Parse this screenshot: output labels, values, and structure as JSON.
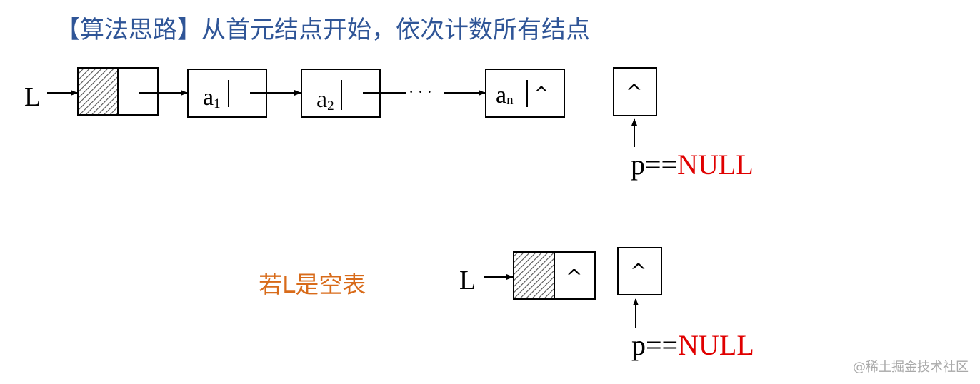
{
  "title": "【算法思路】从首元结点开始，依次计数所有结点",
  "case_label": "若L是空表",
  "watermark": "@稀土掘金技术社区",
  "colors": {
    "title": "#2f5597",
    "null_text": "#e00000",
    "case_label": "#d86b1a",
    "line": "#000000",
    "hatch": "#555555"
  },
  "top_diagram": {
    "head_pointer": "L",
    "nodes": [
      {
        "base": "a",
        "sub": "1"
      },
      {
        "base": "a",
        "sub": "2"
      },
      {
        "base": "a",
        "sub": "n",
        "next": "^"
      }
    ],
    "ellipsis": "· · ·",
    "extra_node": "^",
    "pointer_label": "p==",
    "null_label": "NULL"
  },
  "bottom_diagram": {
    "head_pointer": "L",
    "head_next": "^",
    "extra_node": "^",
    "pointer_label": "p==",
    "null_label": "NULL"
  }
}
